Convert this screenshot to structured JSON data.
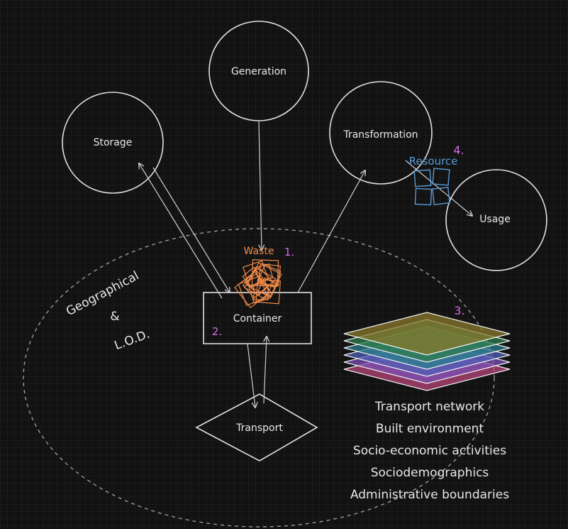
{
  "nodes": {
    "generation": "Generation",
    "storage": "Storage",
    "transformation": "Transformation",
    "usage": "Usage",
    "container": "Container",
    "transport": "Transport"
  },
  "annotations": {
    "waste": "Waste",
    "resource": "Resource",
    "marker_1": "1.",
    "marker_2": "2.",
    "marker_3": "3.",
    "marker_4": "4."
  },
  "region_label": {
    "line1": "Geographical",
    "line2": "&",
    "line3": "L.O.D."
  },
  "layers": [
    "Transport network",
    "Built environment",
    "Socio-economic activities",
    "Sociodemographics",
    "Administrative boundaries"
  ],
  "colors": {
    "background": "#121212",
    "stroke": "#e0e0e0",
    "waste": "#f08a4b",
    "resource": "#5b9bd5",
    "marker": "#d36be8",
    "layer_colors": [
      "#8a7a2c",
      "#2f7e4f",
      "#2a7f8c",
      "#4f5fb5",
      "#7a4fb5",
      "#b8457a"
    ]
  }
}
